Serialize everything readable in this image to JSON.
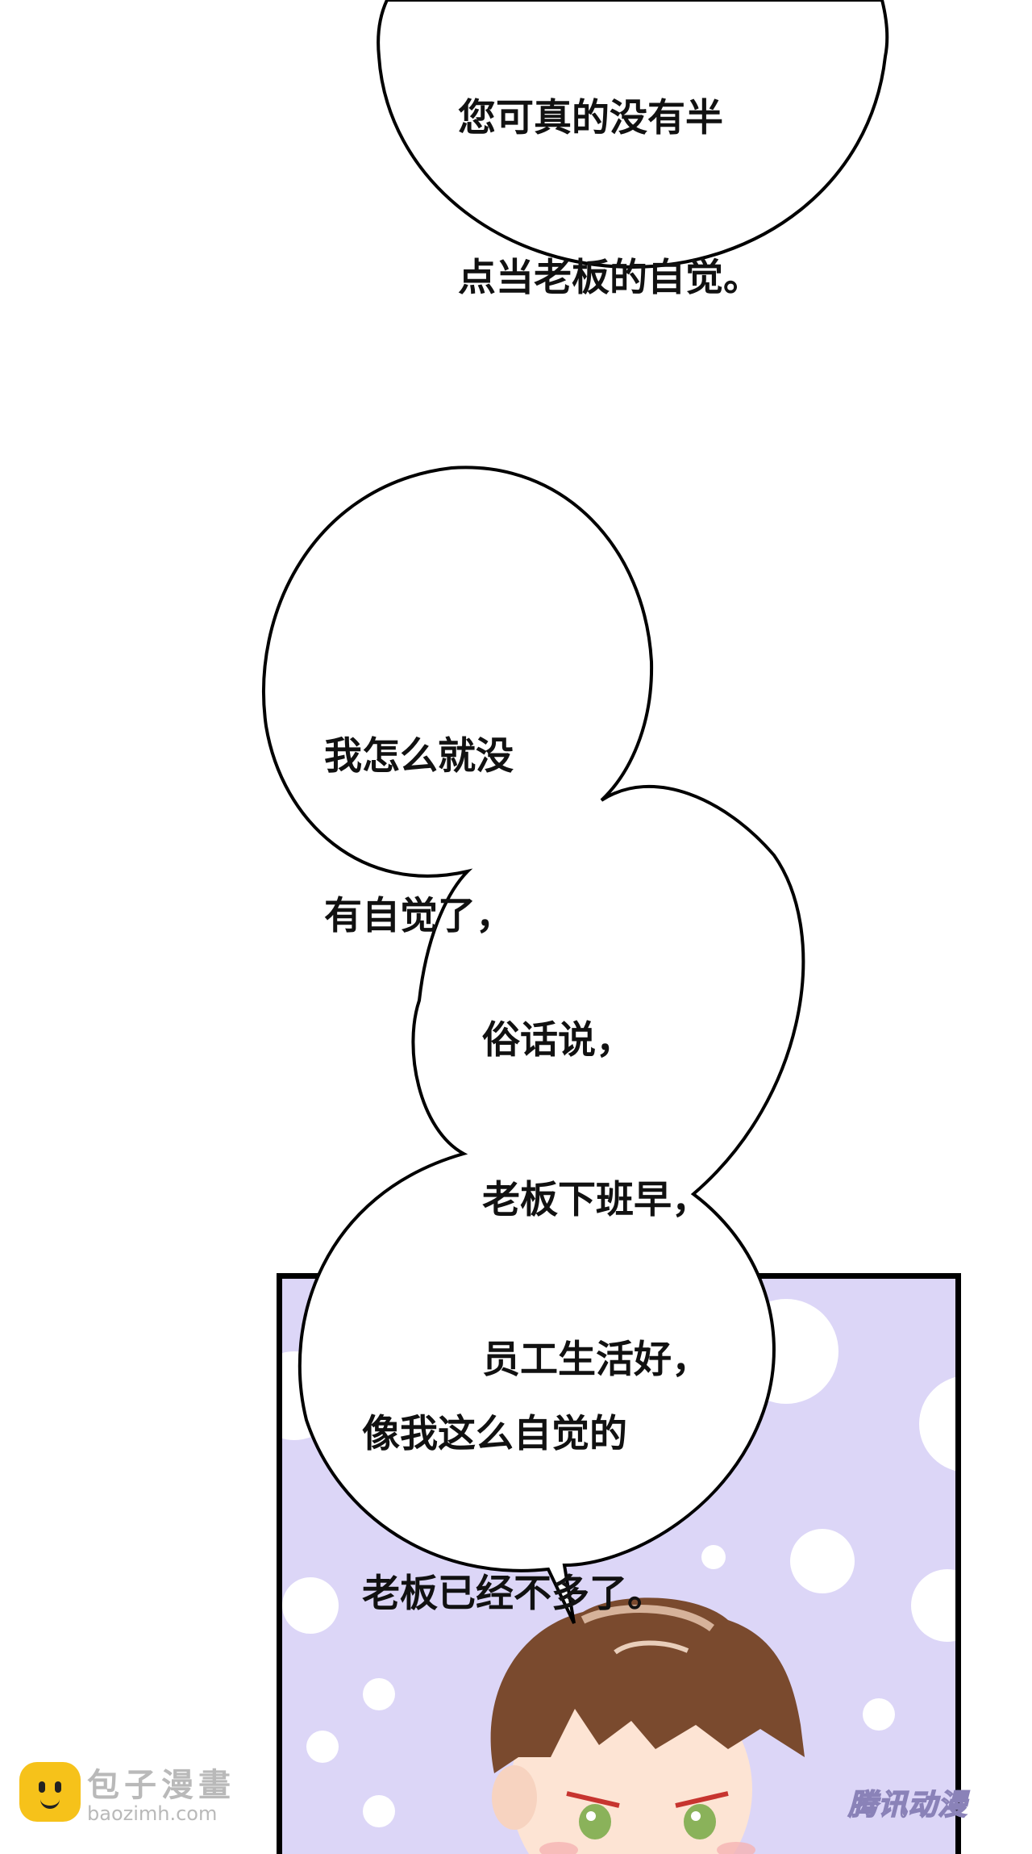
{
  "bubbles": [
    {
      "id": "top",
      "lines": [
        "您可真的没有半",
        "点当老板的自觉。"
      ]
    },
    {
      "id": "b1",
      "lines": [
        "我怎么就没",
        "有自觉了，"
      ]
    },
    {
      "id": "b2",
      "lines": [
        "俗话说，",
        "老板下班早，",
        "员工生活好，"
      ]
    },
    {
      "id": "b3",
      "lines": [
        "像我这么自觉的",
        "老板已经不多了。"
      ]
    }
  ],
  "watermark_left": {
    "title": "包子漫畫",
    "url": "baozimh.com"
  },
  "watermark_right": {
    "text": "腾讯动漫"
  },
  "colors": {
    "panel_bg": "#dcd6f7",
    "hair": "#7a4a2e",
    "eye": "#8ab25a",
    "outline": "#000000"
  }
}
